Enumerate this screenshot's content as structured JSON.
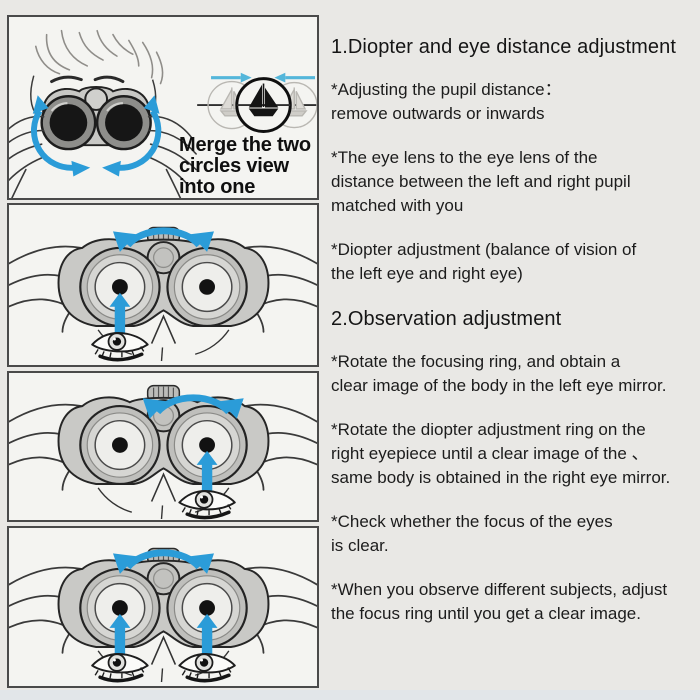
{
  "page": {
    "title": "Binoculars adjustment instructions",
    "colors": {
      "background": "#e9e8e5",
      "panel_background": "#f4f4f1",
      "panel_border": "#4a4a4a",
      "accent_blue_arrow": "#2b9cd8",
      "cyan_merge_arrow": "#54b6da",
      "ink": "#1c1c1c"
    },
    "icons": {
      "rotation_arrow": "curved-double-headed-arrow",
      "up_arrow": "solid-up-arrow",
      "merge_arrows": "inward-horizontal-arrows",
      "eye": "open-eye-sketch",
      "binoculars_top": "binoculars-top-view-sketch",
      "binoculars_front": "binoculars-front-view-with-face-sketch",
      "sailboat_view": "three-circles-sailboat-merge-diagram"
    }
  },
  "panels": [
    {
      "name": "merge-view-panel",
      "caption": "Merge the two circles view into one"
    },
    {
      "name": "focusing-ring-left-eye-panel",
      "caption": ""
    },
    {
      "name": "diopter-ring-right-eye-panel",
      "caption": ""
    },
    {
      "name": "both-eyes-check-panel",
      "caption": ""
    }
  ],
  "instructions": {
    "sections": [
      {
        "title": "1.Diopter and eye distance adjustment",
        "items": [
          "*Adjusting the pupil distance：\nremove outwards or inwards",
          "*The eye lens to the eye lens of the\ndistance between the left and right pupil\nmatched with you",
          "*Diopter adjustment (balance of vision of\nthe left eye and right eye)"
        ]
      },
      {
        "title": "2.Observation adjustment",
        "items": [
          "*Rotate the focusing ring, and obtain a\nclear image of the body in the left eye mirror.",
          "*Rotate the diopter adjustment ring on the\nright eyepiece until a clear image of the 、\nsame body is obtained in the right eye mirror.",
          "*Check whether the focus of the eyes\nis clear.",
          "*When you observe different subjects, adjust\nthe focus ring until you get a clear image."
        ]
      }
    ]
  }
}
